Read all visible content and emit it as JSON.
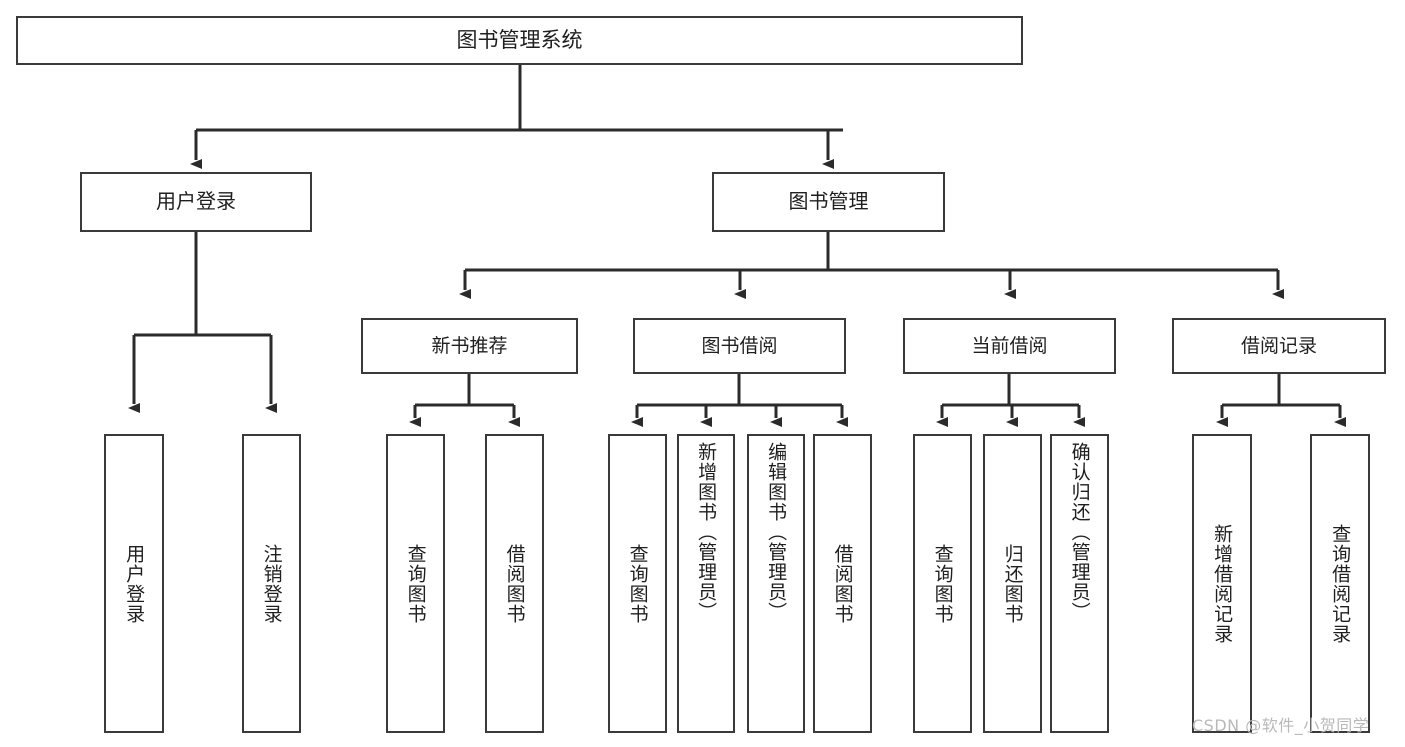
{
  "diagram": {
    "title": "图书管理系统",
    "watermark": "CSDN @软件_小贺同学",
    "colors": {
      "box_border": "#3a3a3a",
      "box_fill": "#ffffff",
      "connector": "#2b2b2b",
      "text": "#1f1f1f",
      "watermark": "#b9b9b9",
      "background": "#ffffff"
    },
    "root": {
      "label": "图书管理系统"
    },
    "level2": [
      {
        "label": "用户登录"
      },
      {
        "label": "图书管理"
      }
    ],
    "level3": [
      {
        "label": "新书推荐"
      },
      {
        "label": "图书借阅"
      },
      {
        "label": "当前借阅"
      },
      {
        "label": "借阅记录"
      }
    ],
    "leaves": {
      "user_login": [
        {
          "label": "用户登录"
        },
        {
          "label": "注销登录"
        }
      ],
      "new_book_recommend": [
        {
          "label": "查询图书"
        },
        {
          "label": "借阅图书"
        }
      ],
      "book_borrow": [
        {
          "label": "查询图书"
        },
        {
          "label": "新增图书（管理员）"
        },
        {
          "label": "编辑图书（管理员）"
        },
        {
          "label": "借阅图书"
        }
      ],
      "current_borrow": [
        {
          "label": "查询图书"
        },
        {
          "label": "归还图书"
        },
        {
          "label": "确认归还（管理员）"
        }
      ],
      "borrow_record": [
        {
          "label": "新增借阅记录"
        },
        {
          "label": "查询借阅记录"
        }
      ]
    }
  }
}
